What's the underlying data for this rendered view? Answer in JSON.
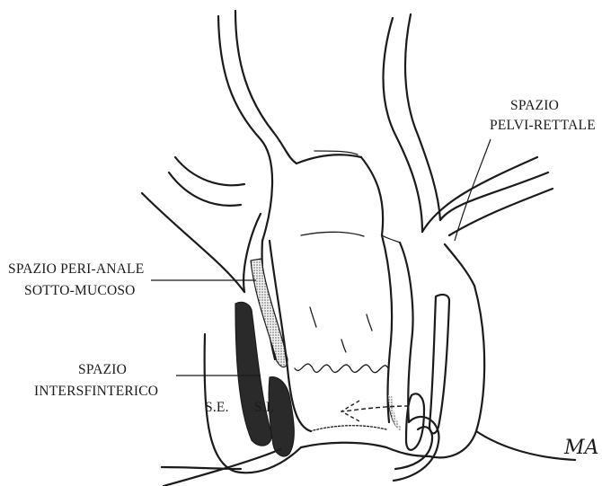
{
  "labels": {
    "pelvirectal_line1": "SPAZIO",
    "pelvirectal_line2": "PELVI-RETTALE",
    "perianal_line1": "SPAZIO PERI-ANALE",
    "perianal_line2": "SOTTO-MUCOSO",
    "intersphincteric_line1": "SPAZIO",
    "intersphincteric_line2": "INTERSFINTERICO",
    "external_sphincter": "S.E.",
    "internal_sphincter": "S.I.",
    "signature": "MA"
  }
}
